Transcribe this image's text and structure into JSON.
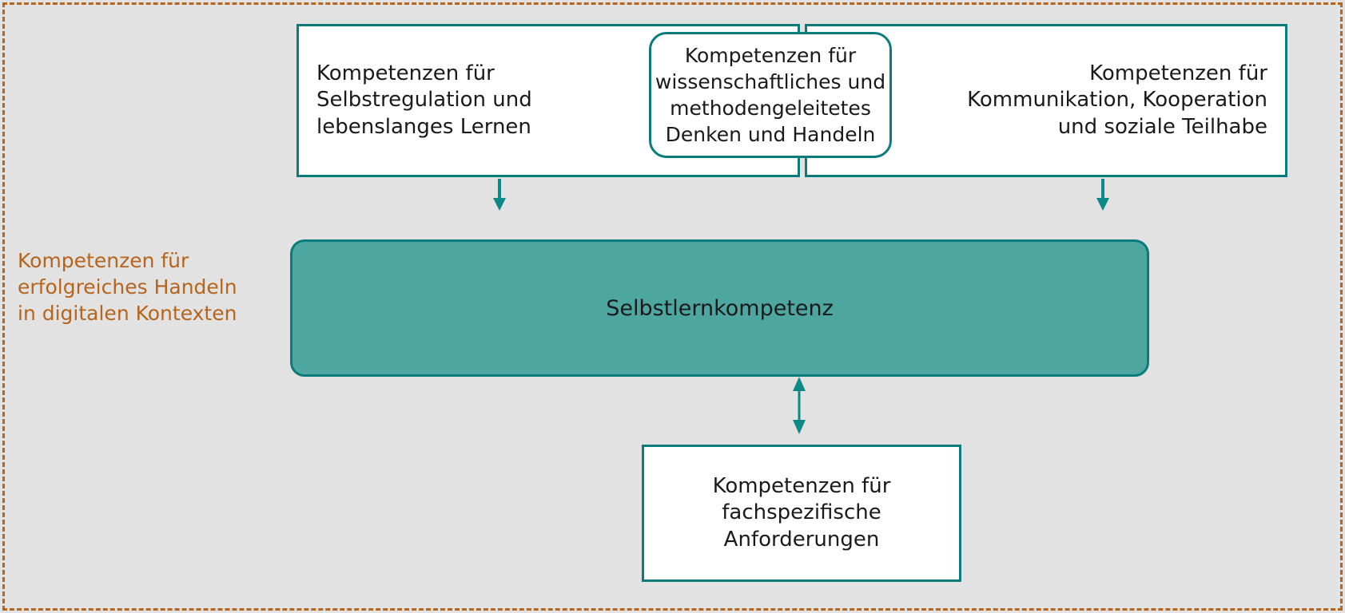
{
  "diagram": {
    "title_caption": {
      "line1": "Kompetenzen für",
      "line2": "erfolgreiches Handeln",
      "line3": "in digitalen Kontexten",
      "full": "Kompetenzen für erfolgreiches Handeln in digitalen Kontexten",
      "color": "#b5651d"
    },
    "background_color": "#e2e2e2",
    "frame_color": "#b5651d",
    "accent_color": "#0b7c7c",
    "highlight_fill": "#4da6a0",
    "nodes": {
      "selbstregulation": {
        "label": "Kompetenzen für Selbstregulation und lebenslanges Lernen",
        "line1": "Kompetenzen für",
        "line2": "Selbstregulation und",
        "line3": "lebenslanges Lernen"
      },
      "wissenschaftlich": {
        "label": "Kompetenzen für wissenschaftliches und methodengeleitetes Denken und Handeln",
        "line1": "Kompetenzen für",
        "line2": "wissenschaftliches und",
        "line3": "methodengeleitetes",
        "line4": "Denken und Handeln"
      },
      "kommunikation": {
        "label": "Kompetenzen für Kommunikation, Kooperation und soziale Teilhabe",
        "line1": "Kompetenzen für",
        "line2": "Kommunikation, Kooperation",
        "line3": "und soziale Teilhabe"
      },
      "selbstlernkompetenz": {
        "label": "Selbstlernkompetenz"
      },
      "fachspezifisch": {
        "label": "Kompetenzen für fachspezifische Anforderungen",
        "line1": "Kompetenzen für",
        "line2": "fachspezifische",
        "line3": "Anforderungen"
      }
    },
    "connectors": {
      "left_down": "down-arrow-icon",
      "right_down": "down-arrow-icon",
      "bidirectional": "up-down-arrow-icon"
    }
  }
}
